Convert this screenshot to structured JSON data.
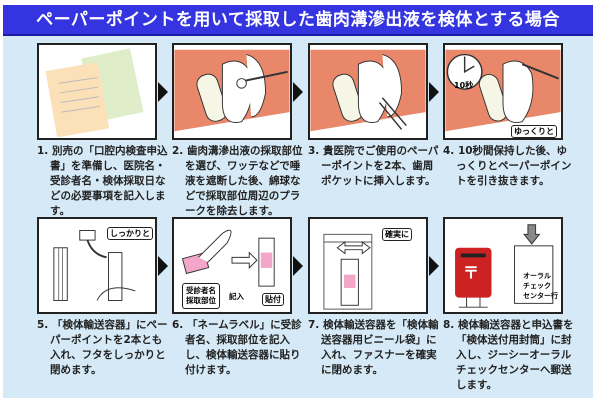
{
  "title": "ペーパーポイントを用いて採取した歯肉溝滲出液を検体とする場合",
  "steps": [
    {
      "caption": "1. 別売の「口腔内検査申込書」を準備し、医院名・受診者名・検体採取日などの必要事項を記入します。"
    },
    {
      "caption": "2. 歯肉溝滲出液の採取部位を選び、ワッテなどで唾液を遮断した後、綿球などで採取部位周辺のプラークを除去します。"
    },
    {
      "caption": "3. 貴医院でご使用のペーパーポイントを2本、歯周ポケットに挿入します。"
    },
    {
      "caption": "4. 10秒間保持した後、ゆっくりとペーパーポイントを引き抜きます。",
      "labels": {
        "timer": "10秒",
        "slowly": "ゆっくりと"
      }
    },
    {
      "caption": "5. 「検体輸送容器」にペーパーポイントを2本とも入れ、フタをしっかりと閉めます。",
      "labels": {
        "firmly": "しっかりと"
      }
    },
    {
      "caption": "6. 「ネームラベル」に受診者名、採取部位を記入し、検体輸送容器に貼り付けます。",
      "labels": {
        "fill1": "受診者名",
        "fill2": "採取部位",
        "write": "記入",
        "attach": "貼付"
      }
    },
    {
      "caption": "7. 検体輸送容器を「検体輸送容器用ビニール袋」に入れ、ファスナーを確実に閉めます。",
      "labels": {
        "securely": "確実に"
      }
    },
    {
      "caption": "8. 検体輸送容器と申込書を「検体送付用封筒」に封入し、ジーシーオーラルチェックセンターへ郵送します。",
      "labels": {
        "post": "〒",
        "envelope1": "オーラル",
        "envelope2": "チェック",
        "envelope3": "センター行"
      }
    }
  ],
  "colors": {
    "title_bg": "#3434e0",
    "background": "#d5e9f6",
    "gum": "#e8876a",
    "postbox": "#cc2222",
    "label": "#f4a6c8"
  }
}
